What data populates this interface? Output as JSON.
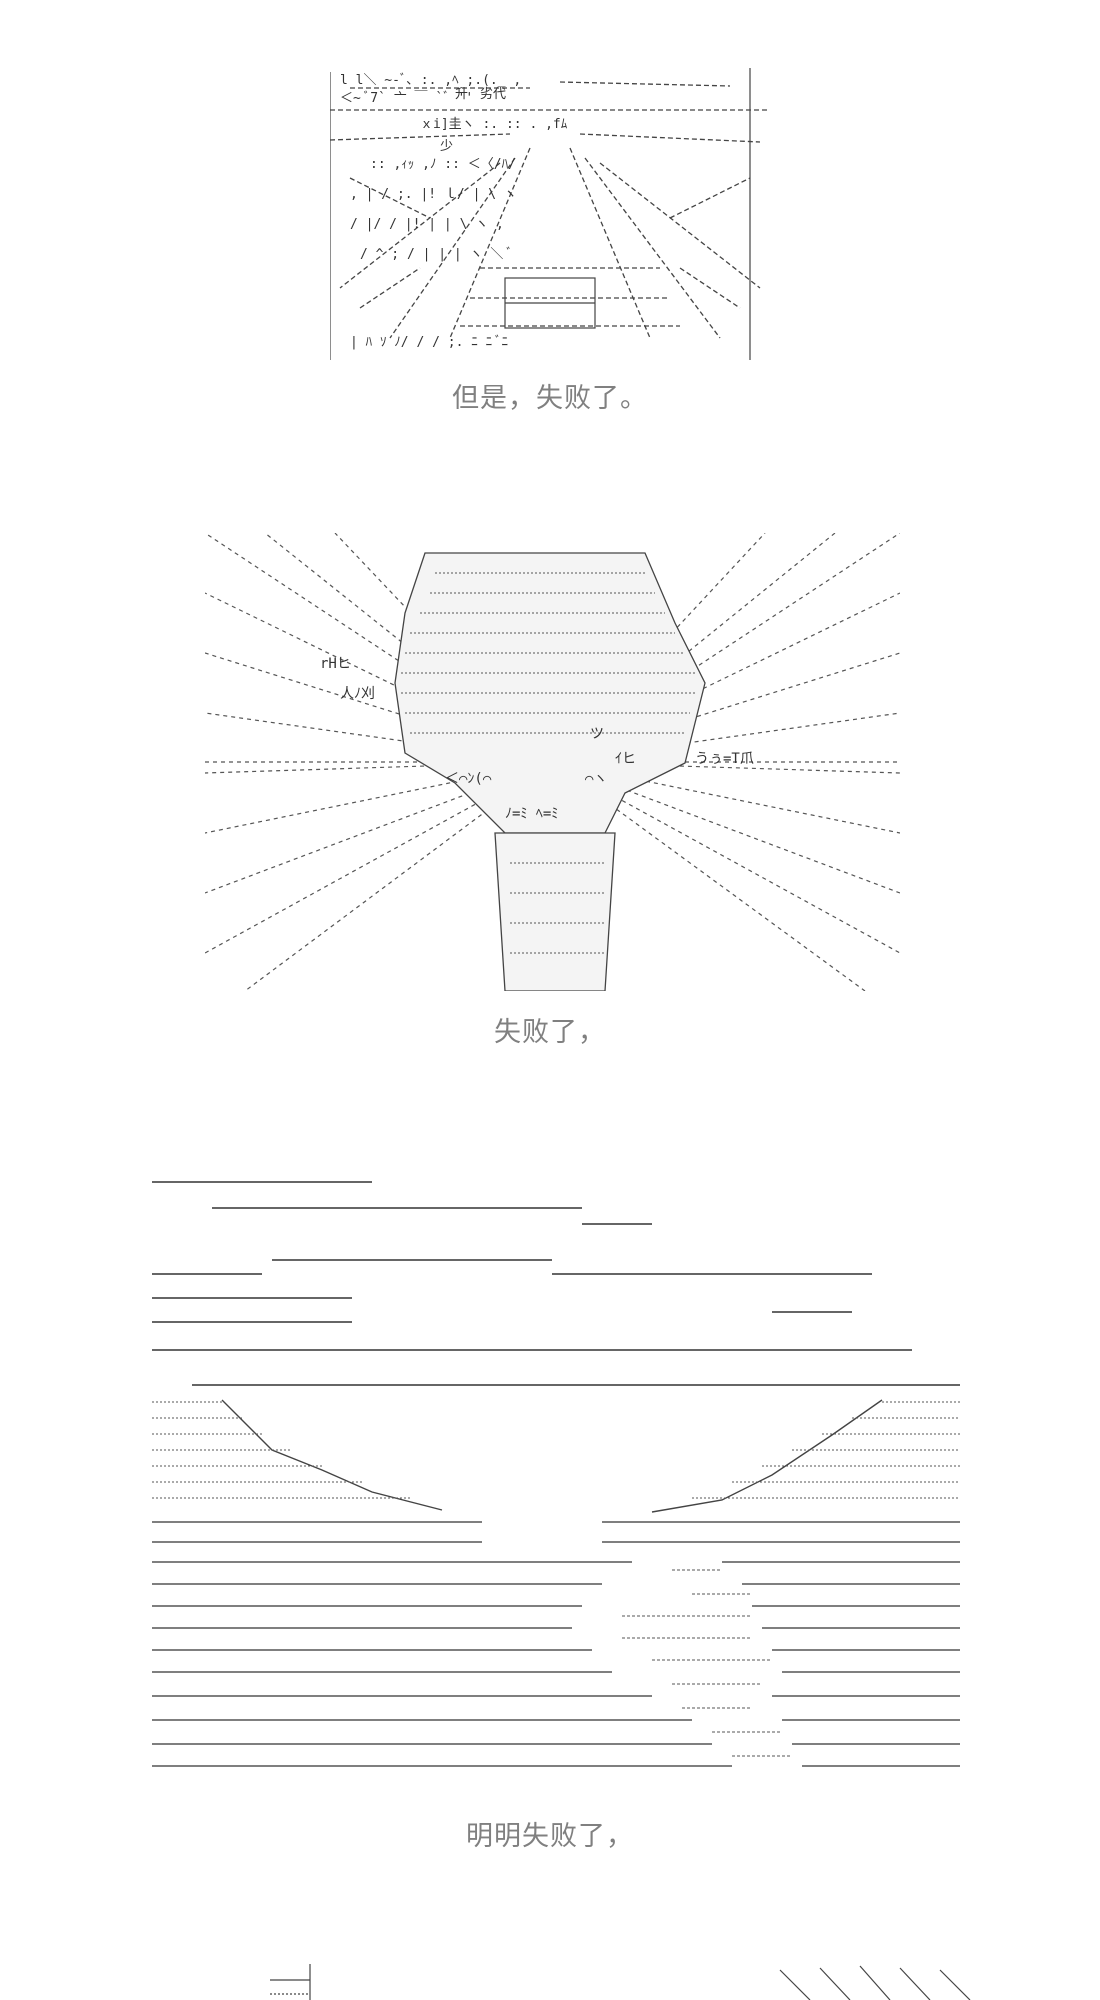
{
  "colors": {
    "background": "#ffffff",
    "caption": "#808080",
    "ascii_art": "#333333"
  },
  "captions": [
    "但是，失败了。",
    "失败了，",
    "明明失败了，"
  ],
  "panel_1_art_text": {
    "label_a": "升",
    "label_b": "劣代",
    "label_c": "少"
  },
  "panel_2_art_text": {
    "label_a": "rHヒ",
    "label_b": "人ﾉ刈",
    "label_c": "ツ",
    "label_d": "ｲヒ",
    "label_e": "うぅ=T爪"
  }
}
